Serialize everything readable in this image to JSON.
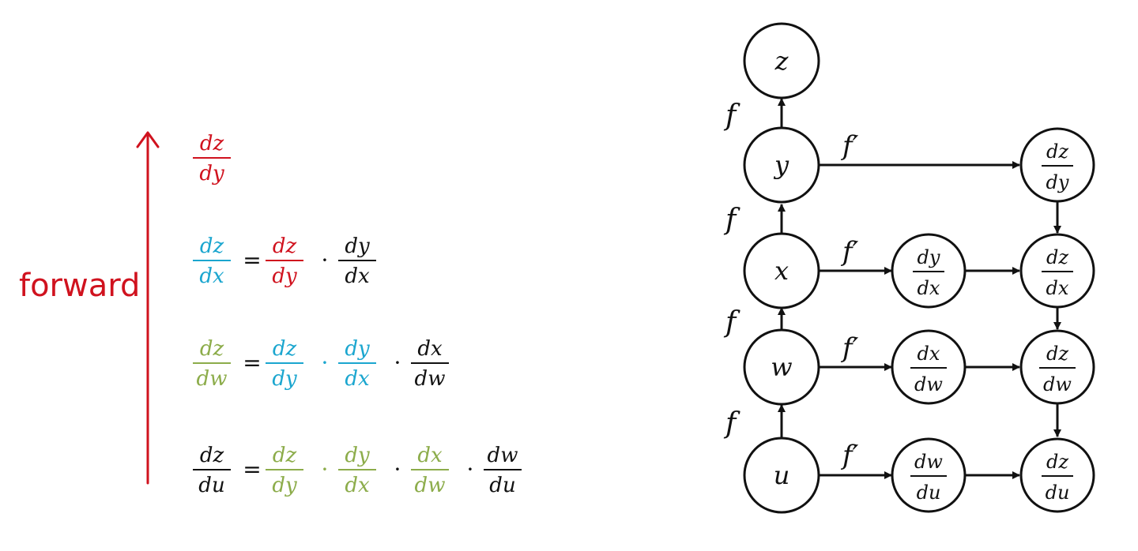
{
  "colors": {
    "red": "#d0121e",
    "blue": "#1ba6cf",
    "green": "#8cac4a",
    "black": "#111111"
  },
  "left": {
    "label": "forward",
    "equations": [
      {
        "terms": [
          {
            "num": "dz",
            "den": "dy",
            "color": "red"
          }
        ]
      },
      {
        "terms": [
          {
            "num": "dz",
            "den": "dx",
            "color": "blue"
          },
          {
            "op": "="
          },
          {
            "num": "dz",
            "den": "dy",
            "color": "red"
          },
          {
            "op": "·"
          },
          {
            "num": "dy",
            "den": "dx",
            "color": "black"
          }
        ]
      },
      {
        "terms": [
          {
            "num": "dz",
            "den": "dw",
            "color": "green"
          },
          {
            "op": "="
          },
          {
            "num": "dz",
            "den": "dy",
            "color": "blue"
          },
          {
            "op": "·",
            "color": "blue"
          },
          {
            "num": "dy",
            "den": "dx",
            "color": "blue"
          },
          {
            "op": "·"
          },
          {
            "num": "dx",
            "den": "dw",
            "color": "black"
          }
        ]
      },
      {
        "terms": [
          {
            "num": "dz",
            "den": "du",
            "color": "black"
          },
          {
            "op": "="
          },
          {
            "num": "dz",
            "den": "dy",
            "color": "green"
          },
          {
            "op": "·",
            "color": "green"
          },
          {
            "num": "dy",
            "den": "dx",
            "color": "green"
          },
          {
            "op": "·"
          },
          {
            "num": "dx",
            "den": "dw",
            "color": "green"
          },
          {
            "op": "·"
          },
          {
            "num": "dw",
            "den": "du",
            "color": "black"
          }
        ]
      }
    ]
  },
  "graph": {
    "f_label": "f",
    "fprime_label": "f′",
    "main_nodes": [
      "z",
      "y",
      "x",
      "w",
      "u"
    ],
    "derivative_nodes": [
      {
        "num": "dy",
        "den": "dx"
      },
      {
        "num": "dx",
        "den": "dw"
      },
      {
        "num": "dw",
        "den": "du"
      }
    ],
    "result_nodes": [
      {
        "num": "dz",
        "den": "dy"
      },
      {
        "num": "dz",
        "den": "dx"
      },
      {
        "num": "dz",
        "den": "dw"
      },
      {
        "num": "dz",
        "den": "du"
      }
    ]
  }
}
